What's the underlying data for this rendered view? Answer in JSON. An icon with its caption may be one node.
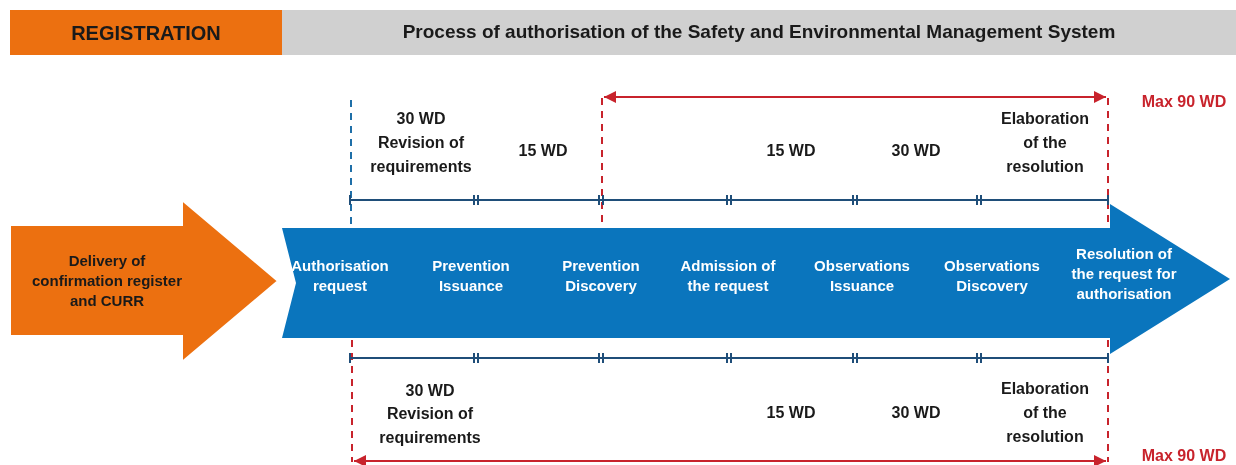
{
  "diagram": {
    "nodes": [
      {
        "text": [
          "REGISTRATION"
        ]
      },
      {
        "text": [
          "Process of authorisation of the Safety and Environmental Management System"
        ]
      },
      {
        "text": [
          "Delivery of confirmation register and CURR"
        ]
      },
      {
        "text": [
          "Authorisation request",
          "Prevention Issuance",
          "Prevention Discovery",
          "Admission of the request",
          "Observations Issuance",
          "Observations Discovery",
          "Resolution of the request for authorisation"
        ]
      }
    ],
    "labels": [
      "Max 90 WD",
      "30 WD",
      "Revision of requirements",
      "15 WD",
      "15 WD",
      "30 WD",
      "Elaboration of the resolution",
      "30 WD",
      "Revision of requirements",
      "15 WD",
      "30 WD",
      "Elaboration of the resolution",
      "Max 90 WD"
    ]
  }
}
